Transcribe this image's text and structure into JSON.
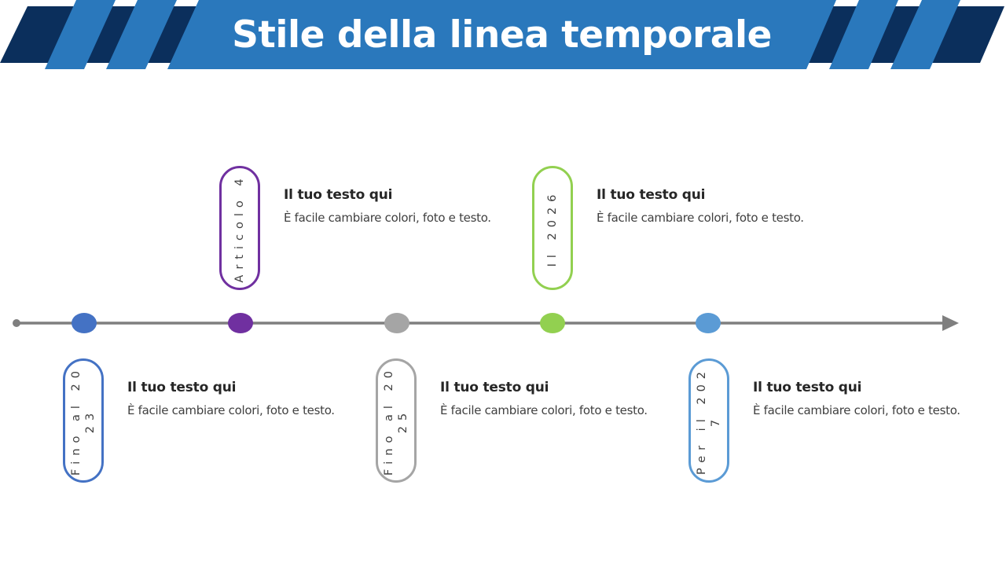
{
  "header": {
    "title": "Stile della linea temporale",
    "colors": {
      "banner": "#2A78BC",
      "dark": "#0B2F5C"
    }
  },
  "timeline": {
    "line_color": "#7F7F7F",
    "milestones": [
      {
        "label": "Fino al 2023",
        "heading": "Il tuo testo qui",
        "description": "È facile cambiare colori, foto e testo.",
        "color": "#4472C4",
        "position": "below"
      },
      {
        "label": "Articolo 4",
        "heading": "Il tuo testo qui",
        "description": "È facile cambiare colori, foto e testo.",
        "color": "#7030A0",
        "position": "above"
      },
      {
        "label": "Fino al 2025",
        "heading": "Il tuo testo qui",
        "description": "È facile cambiare colori, foto e testo.",
        "color": "#A5A5A5",
        "position": "below"
      },
      {
        "label": "Il 2026",
        "heading": "Il tuo testo qui",
        "description": "È facile cambiare colori, foto e testo.",
        "color": "#92D050",
        "position": "above"
      },
      {
        "label": "Per il 2027",
        "heading": "Il tuo testo qui",
        "description": "È facile cambiare colori, foto e testo.",
        "color": "#5B9BD5",
        "position": "below"
      }
    ]
  }
}
